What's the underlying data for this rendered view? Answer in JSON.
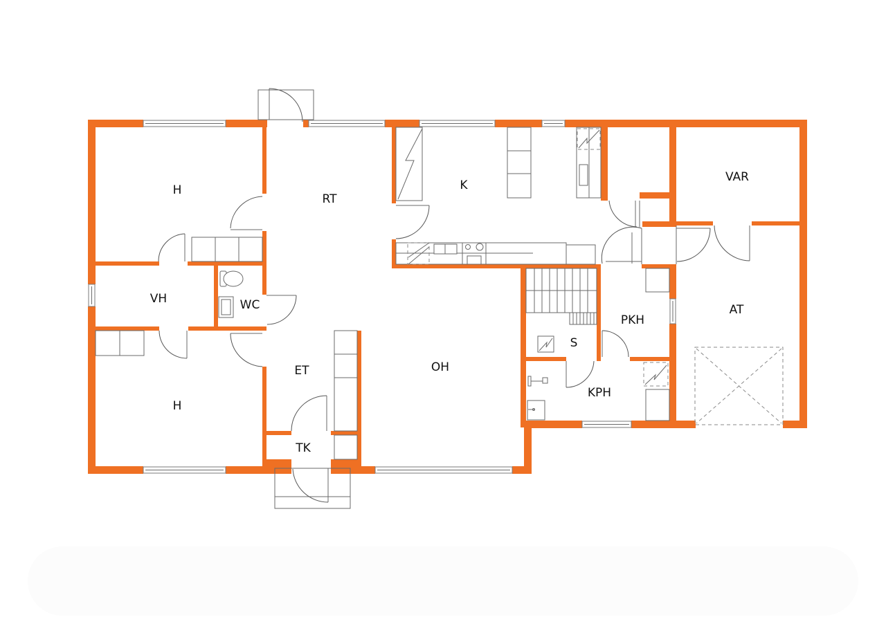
{
  "floor_plan": {
    "colors": {
      "wall": "#ef7023",
      "fixture_line": "#6a6a6a",
      "background": "#ffffff",
      "label": "#111111"
    },
    "rooms": [
      {
        "id": "h-top",
        "label": "H"
      },
      {
        "id": "rt",
        "label": "RT"
      },
      {
        "id": "k",
        "label": "K"
      },
      {
        "id": "var",
        "label": "VAR"
      },
      {
        "id": "vh",
        "label": "VH"
      },
      {
        "id": "wc",
        "label": "WC"
      },
      {
        "id": "pkh",
        "label": "PKH"
      },
      {
        "id": "at",
        "label": "AT"
      },
      {
        "id": "s",
        "label": "S"
      },
      {
        "id": "et",
        "label": "ET"
      },
      {
        "id": "oh",
        "label": "OH"
      },
      {
        "id": "kph",
        "label": "KPH"
      },
      {
        "id": "h-bottom",
        "label": "H"
      },
      {
        "id": "tk",
        "label": "TK"
      }
    ]
  }
}
